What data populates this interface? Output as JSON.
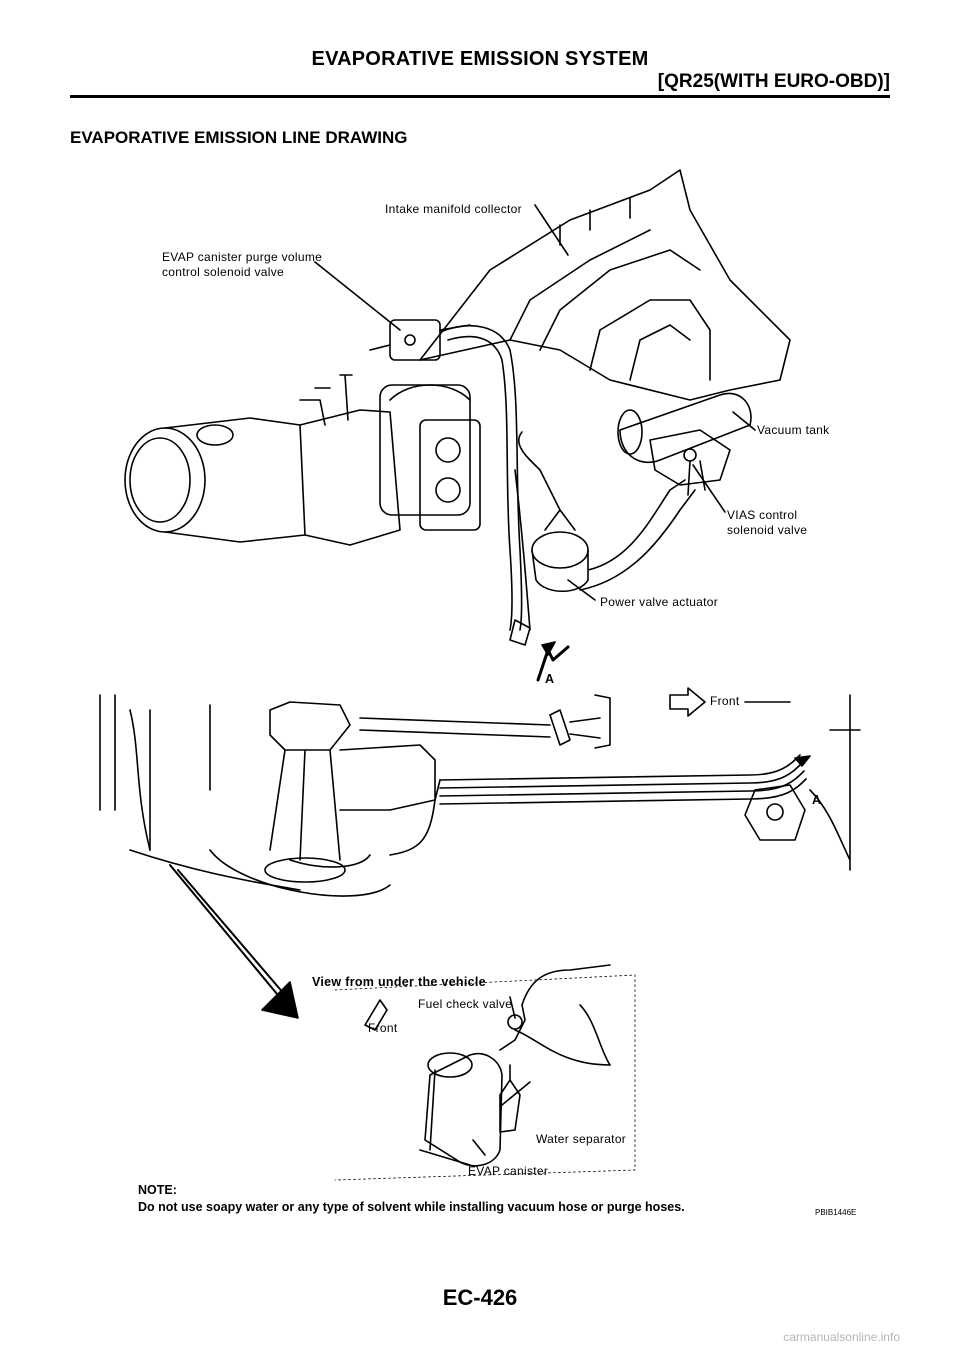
{
  "header": {
    "title": "EVAPORATIVE EMISSION SYSTEM",
    "subtitle": "[QR25(WITH EURO-OBD)]"
  },
  "section": {
    "title": "EVAPORATIVE EMISSION LINE DRAWING"
  },
  "diagram": {
    "labels": {
      "intake_manifold": "Intake manifold collector",
      "evap_valve_1": "EVAP canister purge volume",
      "evap_valve_2": "control solenoid valve",
      "vacuum_tank": "Vacuum tank",
      "vias_1": "VIAS control",
      "vias_2": "solenoid valve",
      "power_valve": "Power valve actuator",
      "point_a_top": "A",
      "front_top": "Front",
      "point_a_mid": "A",
      "view_under": "View from under the vehicle",
      "fuel_check": "Fuel check valve",
      "front_bottom": "Front",
      "water_sep": "Water separator",
      "evap_canister": "EVAP canister"
    },
    "figure_code": "PBIB1446E"
  },
  "note": {
    "heading": "NOTE:",
    "text": "Do not use soapy water or any type of solvent while installing vacuum hose or purge hoses."
  },
  "footer": {
    "page_number": "EC-426",
    "watermark": "carmanualsonline.info"
  }
}
